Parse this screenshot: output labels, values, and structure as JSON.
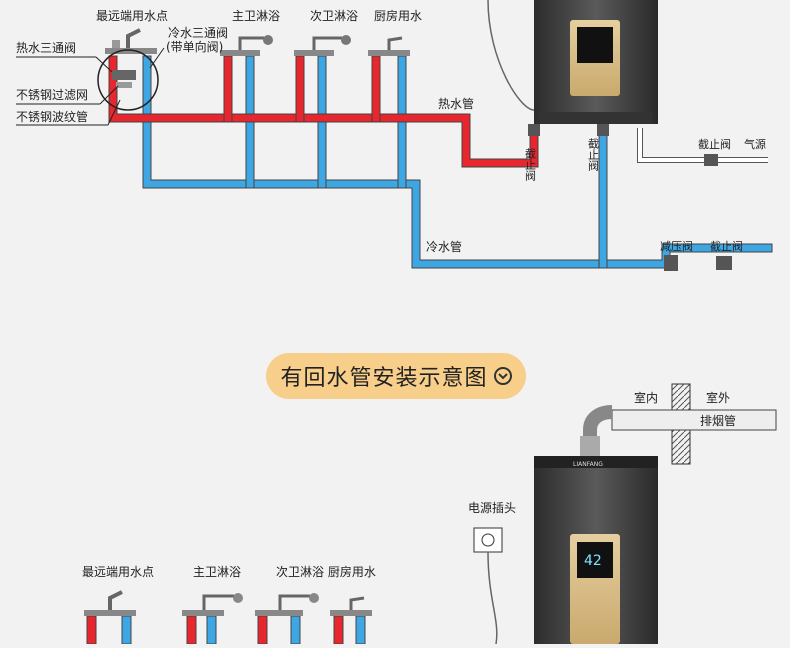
{
  "top": {
    "fixtures": {
      "farthest_point": "最远端用水点",
      "master_shower": "主卫淋浴",
      "second_shower": "次卫淋浴",
      "kitchen_water": "厨房用水"
    },
    "left_labels": {
      "hot_tee_valve": "热水三通阀",
      "steel_filter": "不锈钢过滤网",
      "steel_hose": "不锈钢波纹管"
    },
    "cold_tee_valve_line1": "冷水三通阀",
    "cold_tee_valve_line2": "(带单向阀)",
    "hot_pipe": "热水管",
    "cold_pipe": "冷水管",
    "shutoff_valve_vertical": "截止阀",
    "shutoff_valve_gas": "截止阀",
    "gas_source": "气源",
    "pressure_reducing_valve": "减压阀",
    "shutoff_valve_inlet": "截止阀"
  },
  "section_title": "有回水管安装示意图",
  "bottom": {
    "indoor": "室内",
    "outdoor": "室外",
    "exhaust_pipe": "排烟管",
    "power_socket": "电源插头",
    "fixtures": {
      "farthest_point": "最远端用水点",
      "master_shower": "主卫淋浴",
      "second_shower_kitchen": "次卫淋浴 厨房用水"
    }
  },
  "heater_display": {
    "temperature": "42",
    "brand": "LIANFANG"
  },
  "colors": {
    "hot": "#e8262e",
    "cold": "#3da6e3",
    "pill": "#f7cf8a",
    "heater": "#3e3e3e",
    "panel": "#d8bf8a"
  }
}
